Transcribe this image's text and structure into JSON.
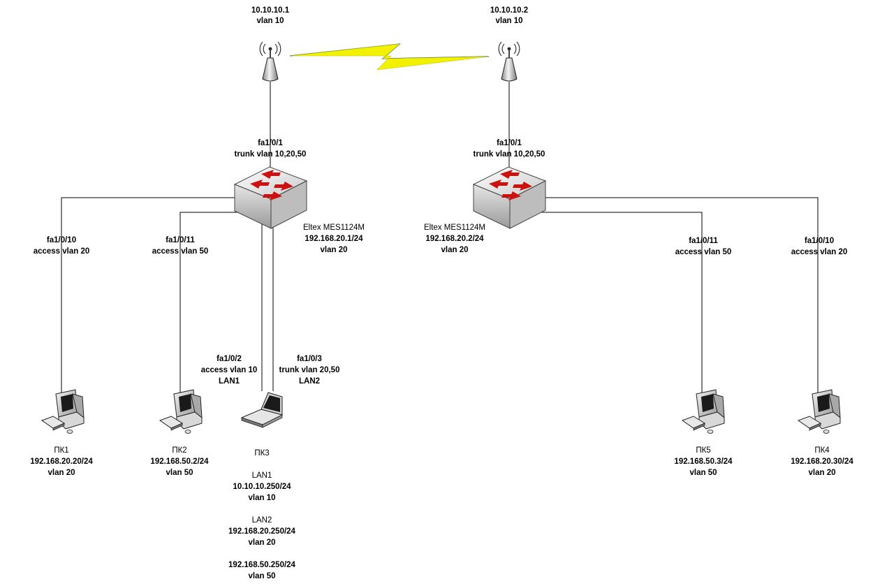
{
  "ap_left": {
    "ip": "10.10.10.1",
    "vlan": "vlan 10"
  },
  "ap_right": {
    "ip": "10.10.10.2",
    "vlan": "vlan 10"
  },
  "switch_left": {
    "uplink_port": "fa1/0/1",
    "uplink_mode": "trunk vlan 10,20,50",
    "model": "Eltex MES1124M",
    "ip": "192.168.20.1/24",
    "vlan": "vlan 20"
  },
  "switch_right": {
    "uplink_port": "fa1/0/1",
    "uplink_mode": "trunk vlan 10,20,50",
    "model": "Eltex MES1124M",
    "ip": "192.168.20.2/24",
    "vlan": "vlan 20"
  },
  "ports": {
    "left_fa10": {
      "port": "fa1/0/10",
      "mode": "access vlan 20"
    },
    "left_fa11": {
      "port": "fa1/0/11",
      "mode": "access vlan 50"
    },
    "left_fa2": {
      "port": "fa1/0/2",
      "mode": "access vlan 10",
      "iface": "LAN1"
    },
    "left_fa3": {
      "port": "fa1/0/3",
      "mode": "trunk vlan 20,50",
      "iface": "LAN2"
    },
    "right_fa11": {
      "port": "fa1/0/11",
      "mode": "access vlan 50"
    },
    "right_fa10": {
      "port": "fa1/0/10",
      "mode": "access vlan 20"
    }
  },
  "pcs": {
    "pc1": {
      "name": "ПК1",
      "ip": "192.168.20.20/24",
      "vlan": "vlan 20"
    },
    "pc2": {
      "name": "ПК2",
      "ip": "192.168.50.2/24",
      "vlan": "vlan 50"
    },
    "pc3": {
      "name": "ПК3",
      "lan1_label": "LAN1",
      "lan1_ip": "10.10.10.250/24",
      "lan1_vlan": "vlan 10",
      "lan2_label": "LAN2",
      "lan2_ip1": "192.168.20.250/24",
      "lan2_vlan1": "vlan 20",
      "lan2_ip2": "192.168.50.250/24",
      "lan2_vlan2": "vlan 50"
    },
    "pc5": {
      "name": "ПК5",
      "ip": "192.168.50.3/24",
      "vlan": "vlan 50"
    },
    "pc4": {
      "name": "ПК4",
      "ip": "192.168.20.30/24",
      "vlan": "vlan 20"
    }
  },
  "colors": {
    "link": "#000000",
    "wireless_bolt": "#f2f200",
    "switch_arrow": "#cc1111"
  }
}
